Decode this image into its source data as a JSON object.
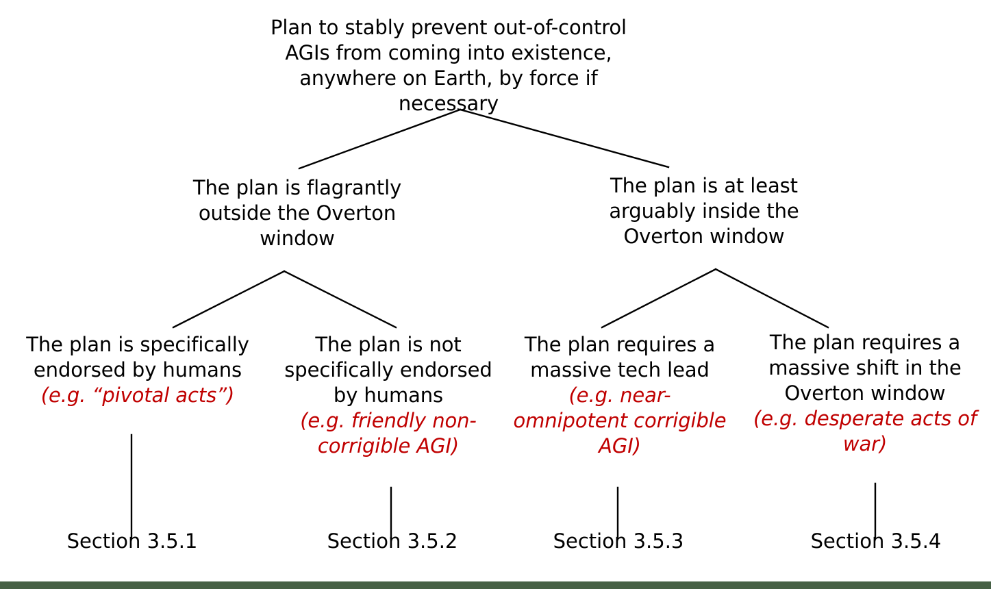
{
  "diagram": {
    "title_node": {
      "id": "root",
      "text": "Plan to stably prevent out-of-control AGIs from coming into existence, anywhere on Earth, by force if necessary"
    },
    "level2": [
      {
        "id": "flagrantly-outside",
        "text": "The plan is flagrantly outside the Overton window"
      },
      {
        "id": "arguably-inside",
        "text": "The plan is at least arguably inside the Overton window"
      }
    ],
    "leaves": [
      {
        "id": "specifically-endorsed",
        "text": "The plan is specifically endorsed by humans",
        "example": "(e.g. “pivotal acts”)"
      },
      {
        "id": "not-specifically-endorsed",
        "text": "The plan is not specifically endorsed by humans",
        "example": "(e.g. friendly non-corrigible AGI)"
      },
      {
        "id": "massive-tech-lead",
        "text": "The plan requires a massive tech lead",
        "example": "(e.g. near-omnipotent corrigible AGI)"
      },
      {
        "id": "massive-overton-shift",
        "text": "The plan requires a massive shift in the Overton window",
        "example": "(e.g. desperate acts of war)"
      }
    ],
    "section_labels": [
      "Section 3.5.1",
      "Section 3.5.2",
      "Section 3.5.3",
      "Section 3.5.4"
    ],
    "colors": {
      "text": "#000000",
      "example_text": "#c00000",
      "edge": "#000000",
      "bottom_bar": "#466045",
      "background": "#ffffff"
    }
  }
}
